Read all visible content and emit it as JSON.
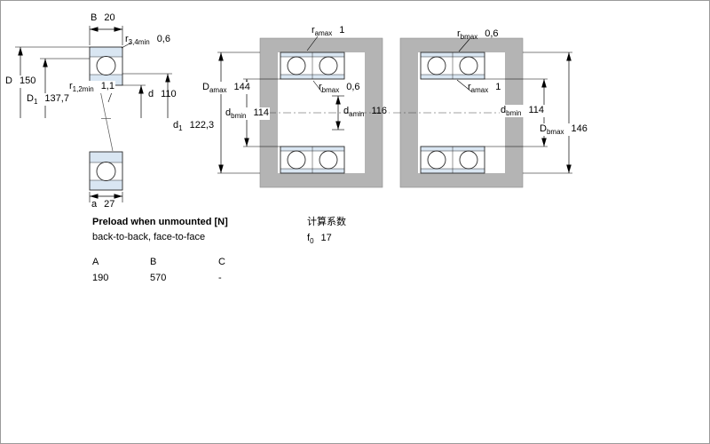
{
  "colors": {
    "steel_grey": "#b4b4b4",
    "ring_fill": "#d9e6f2",
    "line": "#000000"
  },
  "fig_bearing": {
    "labels": {
      "B": {
        "sym": "B",
        "sub": "",
        "val": "20"
      },
      "r34": {
        "sym": "r",
        "sub": "3,4min",
        "val": "0,6"
      },
      "D": {
        "sym": "D",
        "sub": "",
        "val": "150"
      },
      "D1": {
        "sym": "D",
        "sub": "1",
        "val": "137,7"
      },
      "r12": {
        "sym": "r",
        "sub": "1,2min",
        "val": "1,1"
      },
      "d": {
        "sym": "d",
        "sub": "",
        "val": "110"
      },
      "d1": {
        "sym": "d",
        "sub": "1",
        "val": "122,3"
      },
      "a": {
        "sym": "a",
        "sub": "",
        "val": "27"
      }
    }
  },
  "fig_back_to_back": {
    "labels": {
      "ramax": {
        "sym": "r",
        "sub": "amax",
        "val": "1"
      },
      "Damax": {
        "sym": "D",
        "sub": "amax",
        "val": "144"
      },
      "dbmin": {
        "sym": "d",
        "sub": "bmin",
        "val": "114"
      },
      "rbmax": {
        "sym": "r",
        "sub": "bmax",
        "val": "0,6"
      },
      "damin": {
        "sym": "d",
        "sub": "amin",
        "val": "116"
      }
    }
  },
  "fig_face_to_face": {
    "labels": {
      "rbmax": {
        "sym": "r",
        "sub": "bmax",
        "val": "0,6"
      },
      "ramax": {
        "sym": "r",
        "sub": "amax",
        "val": "1"
      },
      "dbmin": {
        "sym": "d",
        "sub": "bmin",
        "val": "114"
      },
      "Dbmax": {
        "sym": "D",
        "sub": "bmax",
        "val": "146"
      }
    }
  },
  "preload": {
    "title": "Preload when unmounted [N]",
    "subtitle": "back-to-back, face-to-face",
    "columns": [
      "A",
      "B",
      "C"
    ],
    "values": [
      "190",
      "570",
      "-"
    ]
  },
  "factors": {
    "title": "计算系数",
    "f0": {
      "sym": "f",
      "sub": "0",
      "val": "17"
    }
  }
}
